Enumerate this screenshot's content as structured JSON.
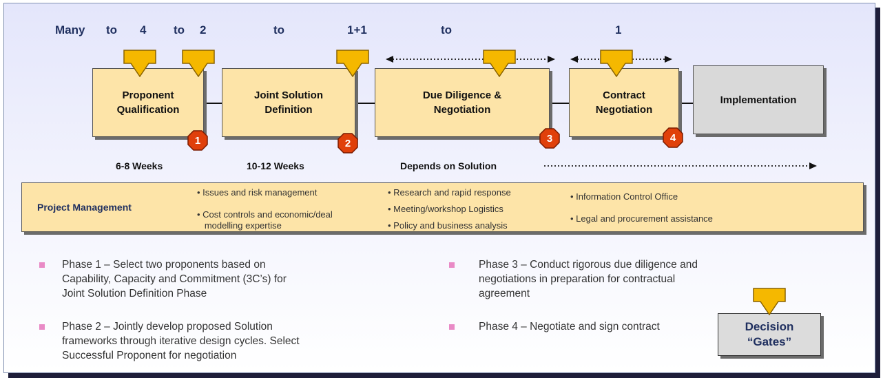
{
  "counts": [
    "Many",
    "to",
    "4",
    "to",
    "2",
    "to",
    "1+1",
    "to",
    "1"
  ],
  "phases": [
    {
      "line1": "Proponent",
      "line2": "Qualification",
      "badge": "1"
    },
    {
      "line1": "Joint Solution",
      "line2": "Definition",
      "badge": "2"
    },
    {
      "line1": "Due Diligence &",
      "line2": "Negotiation",
      "badge": "3"
    },
    {
      "line1": "Contract",
      "line2": "Negotiation",
      "badge": "4"
    },
    {
      "line1": "Implementation",
      "line2": ""
    }
  ],
  "durations": [
    "6-8 Weeks",
    "10-12 Weeks",
    "Depends on Solution"
  ],
  "project_management": {
    "title": "Project Management",
    "items": [
      "Issues and risk management",
      "Cost controls and economic/deal",
      "modelling expertise",
      "Research and rapid response",
      "Meeting/workshop Logistics",
      "Policy and business analysis",
      "Information Control Office",
      "Legal and procurement assistance"
    ]
  },
  "bullets": [
    {
      "lines": [
        "Phase 1 – Select two proponents based on",
        "Capability, Capacity and Commitment (3C’s) for",
        "Joint Solution Definition Phase"
      ]
    },
    {
      "lines": [
        "Phase 2 – Jointly develop proposed Solution",
        "frameworks through iterative design cycles.  Select",
        "Successful Proponent for negotiation"
      ]
    },
    {
      "lines": [
        "Phase 3 – Conduct rigorous due diligence and",
        "negotiations in preparation for contractual",
        "agreement"
      ]
    },
    {
      "lines": [
        "Phase 4 – Negotiate and sign contract"
      ]
    }
  ],
  "decision_gates": {
    "line1": "Decision",
    "line2": "“Gates”"
  },
  "colors": {
    "phase_fill": "#fde4a8",
    "gate_fill": "#f5b800",
    "badge_fill": "#e0400a",
    "implementation_fill": "#d9d9d9",
    "bullet": "#e98ac6",
    "title_text": "#1f2f5f"
  }
}
